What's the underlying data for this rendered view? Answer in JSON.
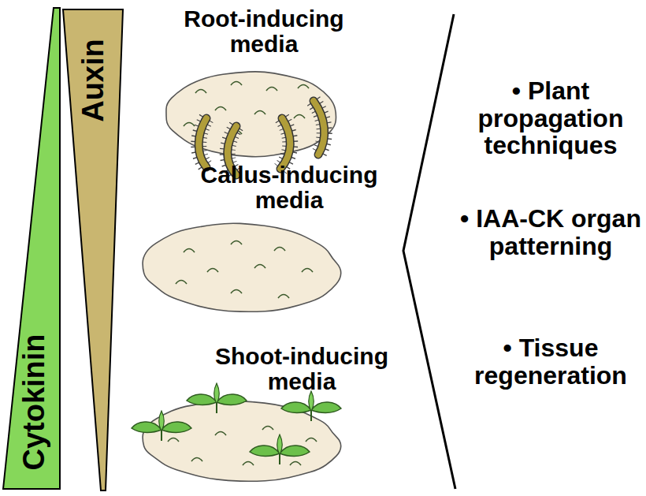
{
  "diagram": {
    "nodes": [
      {
        "text": [
          "Cytokinin"
        ]
      },
      {
        "text": [
          "Auxin"
        ]
      }
    ],
    "labels": [
      "Root-inducing media",
      "Callus-inducing media",
      "Shoot-inducing media",
      "• Plant propagation techniques",
      "• IAA-CK organ patterning",
      "• Tissue regeneration"
    ]
  }
}
